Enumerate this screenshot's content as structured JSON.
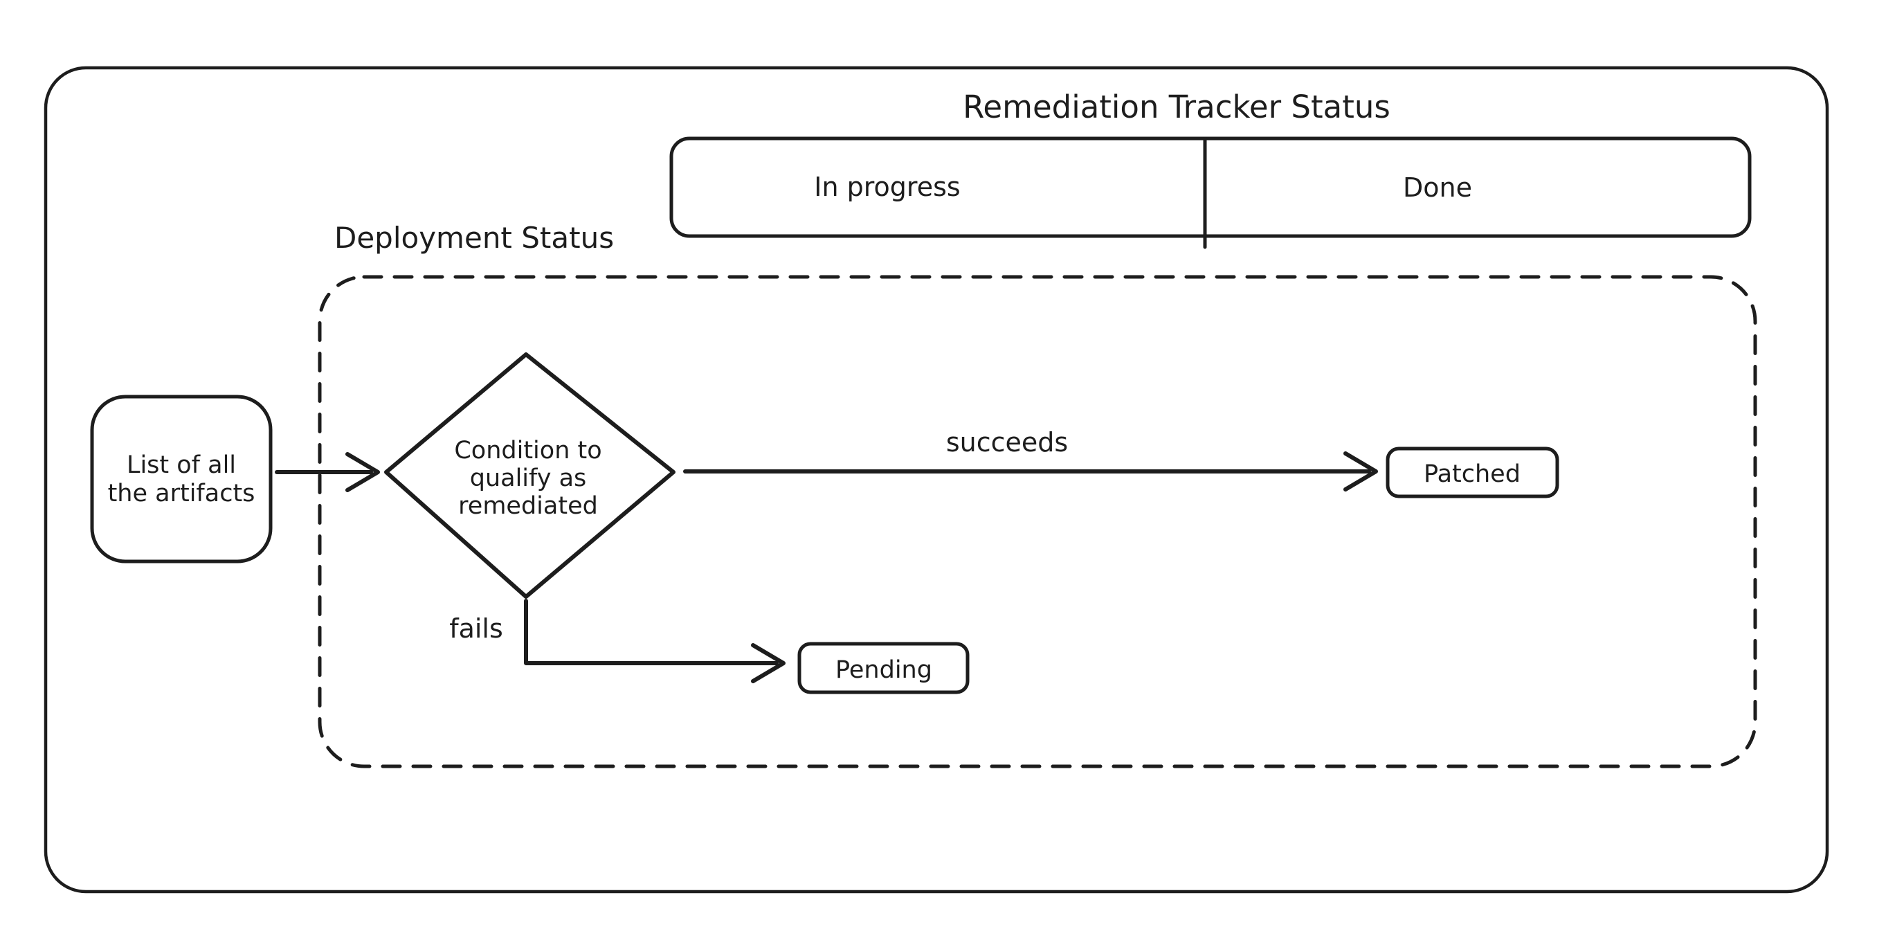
{
  "colors": {
    "stroke": "#1d1d1d",
    "background": "#ffffff"
  },
  "header": {
    "title": "Remediation Tracker Status"
  },
  "tracker": {
    "columns": [
      {
        "label": "In progress"
      },
      {
        "label": "Done"
      }
    ]
  },
  "deployment": {
    "label": "Deployment Status"
  },
  "nodes": {
    "artifacts": {
      "lines": [
        "List of all",
        "the artifacts"
      ]
    },
    "condition": {
      "lines": [
        "Condition to",
        "qualify as",
        "remediated"
      ]
    },
    "patched": {
      "label": "Patched"
    },
    "pending": {
      "label": "Pending"
    }
  },
  "edges": {
    "succeeds": {
      "label": "succeeds"
    },
    "fails": {
      "label": "fails"
    }
  }
}
